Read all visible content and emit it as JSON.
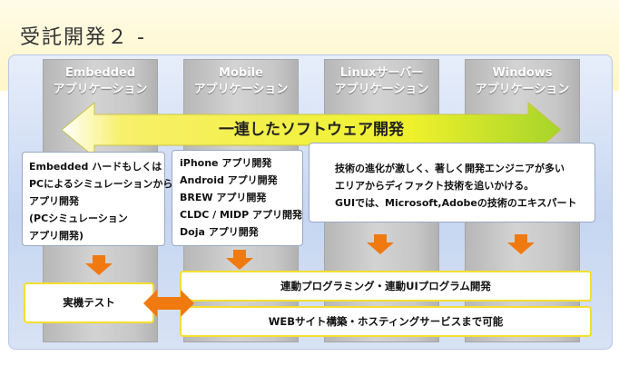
{
  "header": {
    "title": "受託開発２ -"
  },
  "columns": [
    {
      "line1": "Embedded",
      "line2": "アプリケーション"
    },
    {
      "line1": "Mobile",
      "line2": "アプリケーション"
    },
    {
      "line1": "Linuxサーバー",
      "line2": "アプリケーション"
    },
    {
      "line1": "Windows",
      "line2": "アプリケーション"
    }
  ],
  "main_arrow": {
    "label": "一連したソフトウェア開発"
  },
  "embedded_box": {
    "lines": [
      "Embedded ハードもしくは",
      "PCによるシミュレーションから",
      "アプリ開発",
      "(PCシミュレーション",
      "アプリ開発)"
    ]
  },
  "mobile_box": {
    "lines": [
      "iPhone アプリ開発",
      "Android アプリ開発",
      "BREW アプリ開発",
      "CLDC / MIDP アプリ開発",
      "Doja アプリ開発"
    ]
  },
  "gui_box": {
    "lines": [
      "技術の進化が激しく、著しく開発エンジニアが多い",
      "エリアからディファクト技術を追いかける。",
      "GUIでは、Microsoft,Adobeの技術のエキスパート"
    ]
  },
  "bottom": {
    "test_label": "実機テスト",
    "renkei_label": "連動プログラミング・連動UIプログラム開発",
    "web_label": "WEBサイト構築・ホスティングサービスまで可能"
  },
  "colors": {
    "arrow_yellow": "#f1ea2e",
    "arrow_green": "#a6d42a",
    "arrow_orange": "#f07a10",
    "box_border": "#f4df2e"
  }
}
